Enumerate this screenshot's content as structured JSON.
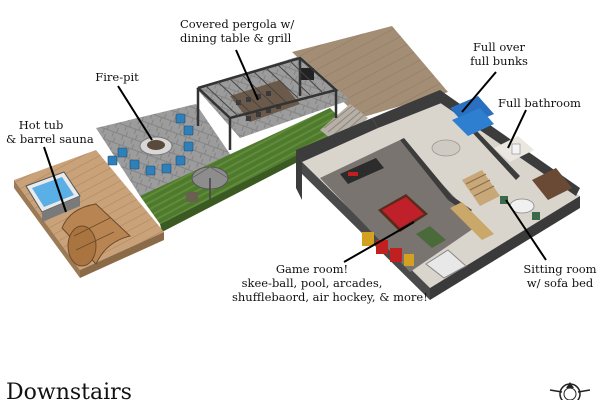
{
  "labels": {
    "hot_tub": [
      "Hot tub",
      "& barrel sauna"
    ],
    "fire_pit": [
      "Fire-pit"
    ],
    "pergola": [
      "Covered pergola w/",
      "dining table & grill"
    ],
    "bunks": [
      "Full over",
      "full bunks"
    ],
    "bathroom": [
      "Full bathroom"
    ],
    "game_room": [
      "Game room!",
      "skee-ball, pool, arcades,",
      "shufflebaord, air hockey, & more!"
    ],
    "sitting_room": [
      "Sitting room",
      "w/ sofa bed"
    ]
  },
  "page_title": "Downstairs",
  "colors": {
    "deck_wood": "#c9a27a",
    "stone_patio": "#9a9a9a",
    "lawn": "#4f7a2e",
    "floor": "#d9d4cc",
    "walls": "#3c3c3c",
    "pool_table": "#c0202a",
    "chairs": "#2f7fb8"
  }
}
